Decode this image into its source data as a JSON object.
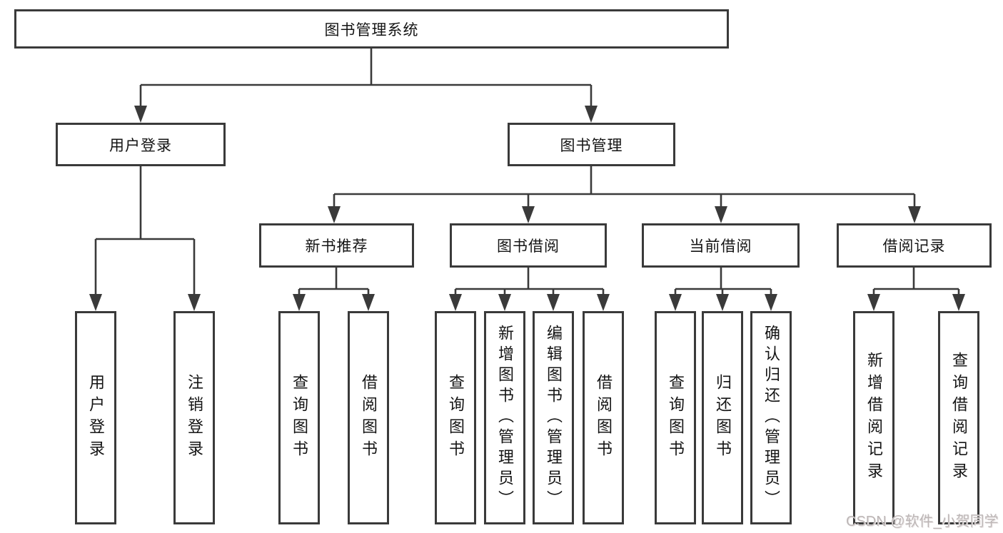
{
  "tree": {
    "root": {
      "label": "图书管理系统",
      "children": [
        {
          "label": "用户登录",
          "children": [
            {
              "label": "用户登录"
            },
            {
              "label": "注销登录"
            }
          ]
        },
        {
          "label": "图书管理",
          "children": [
            {
              "label": "新书推荐",
              "children": [
                {
                  "label": "查询图书"
                },
                {
                  "label": "借阅图书"
                }
              ]
            },
            {
              "label": "图书借阅",
              "children": [
                {
                  "label": "查询图书"
                },
                {
                  "label": "新增图书（管理员）"
                },
                {
                  "label": "编辑图书（管理员）"
                },
                {
                  "label": "借阅图书"
                }
              ]
            },
            {
              "label": "当前借阅",
              "children": [
                {
                  "label": "查询图书"
                },
                {
                  "label": "归还图书"
                },
                {
                  "label": "确认归还（管理员）"
                }
              ]
            },
            {
              "label": "借阅记录",
              "children": [
                {
                  "label": "新增借阅记录"
                },
                {
                  "label": "查询借阅记录"
                }
              ]
            }
          ]
        }
      ]
    }
  },
  "watermark": {
    "text": "CSDN @软件_小贺同学"
  },
  "colors": {
    "line": "#3a3a3a",
    "text": "#141414",
    "background": "#ffffff",
    "watermark": "#bdb7b7"
  }
}
